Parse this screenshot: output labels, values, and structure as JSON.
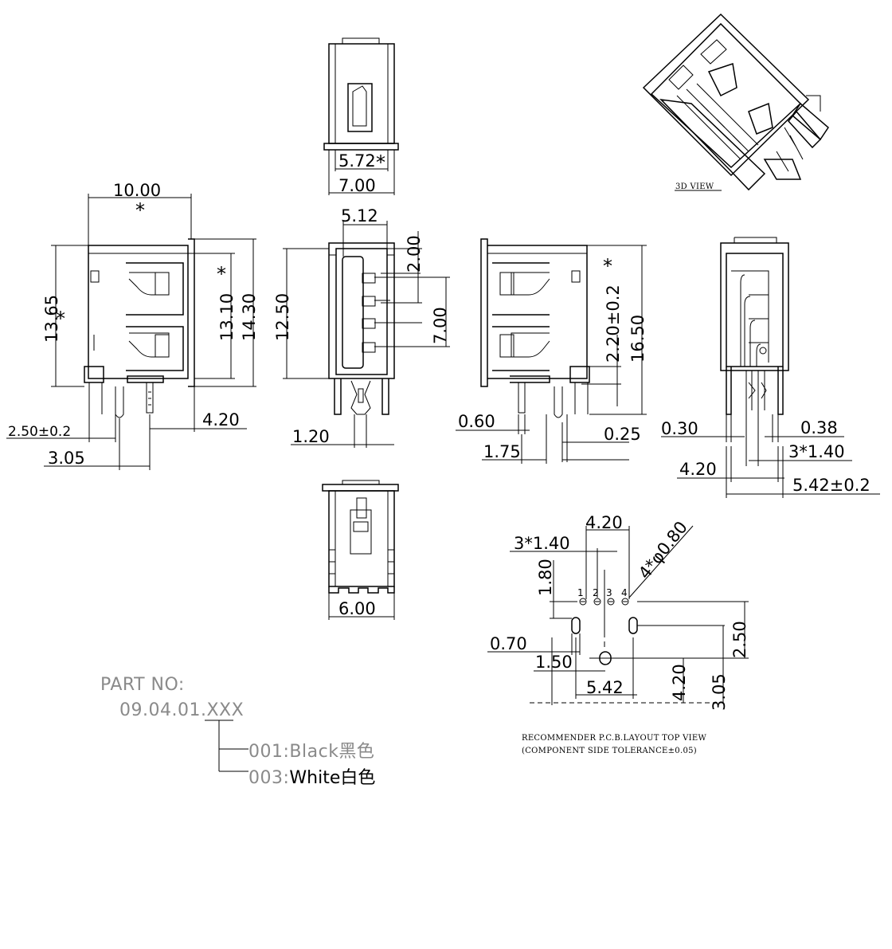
{
  "top_view": {
    "dims": [
      "5.72",
      "7.00"
    ],
    "star": "*"
  },
  "left_view": {
    "dims": [
      "10.00",
      "13.65",
      "13.10",
      "14.30",
      "2.50±0.2",
      "3.05",
      "4.20"
    ],
    "star": "*"
  },
  "front_view": {
    "dims": [
      "5.12",
      "2.00",
      "12.50",
      "7.00",
      "1.20"
    ]
  },
  "right_view": {
    "dims": [
      "2.20±0.2",
      "16.50",
      "0.60",
      "1.75",
      "0.25"
    ],
    "star": "*"
  },
  "side_view": {
    "dims": [
      "0.30",
      "0.38",
      "3*1.40",
      "4.20",
      "5.42±0.2"
    ]
  },
  "bottom_view": {
    "dims": [
      "6.00"
    ]
  },
  "view_3d": {
    "label": "3D VIEW"
  },
  "pcb_layout": {
    "dims": [
      "4.20",
      "3*1.40",
      "4*φ0.80",
      "1.80",
      "0.70",
      "1.50",
      "5.42",
      "4.20",
      "3.05",
      "2.50"
    ],
    "pins": [
      "1",
      "2",
      "3",
      "4"
    ],
    "caption_line1": "RECOMMENDER P.C.B.LAYOUT TOP VIEW",
    "caption_line2": "(COMPONENT SIDE TOLERANCE±0.05)"
  },
  "part_info": {
    "label": "PART NO:",
    "number": "09.04.01.XXX",
    "options": [
      {
        "code": "001:",
        "desc": "Black黑色"
      },
      {
        "code": "003:",
        "desc": "White白色"
      }
    ]
  }
}
